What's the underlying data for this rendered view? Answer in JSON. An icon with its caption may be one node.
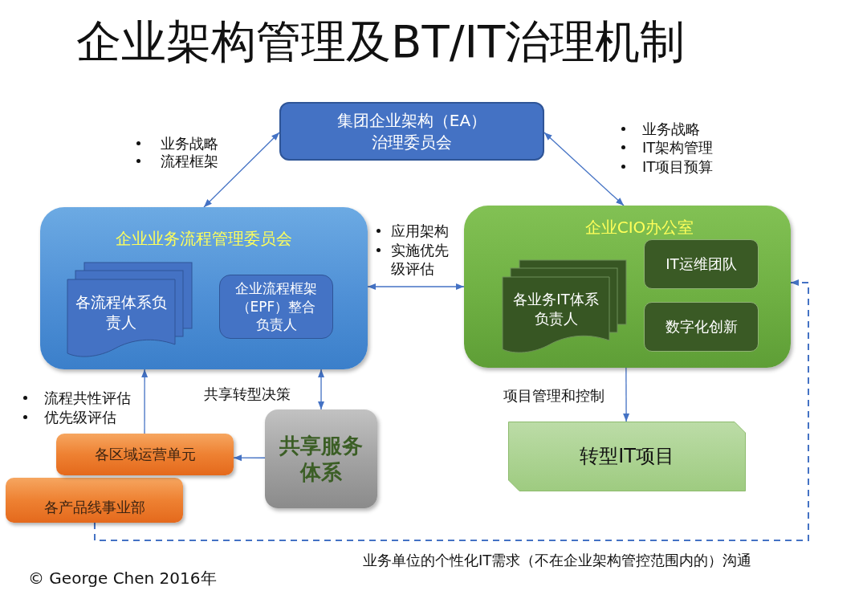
{
  "diagram": {
    "title": "企业架构管理及BT/IT治理机制",
    "nodes": [
      {
        "text": [
          "集团企业架构（EA）治理委员会"
        ]
      },
      {
        "text": [
          "企业业务流程管理委员会"
        ]
      },
      {
        "text": [
          "各流程体系负责人"
        ],
        "in": 1
      },
      {
        "text": [
          "企业流程框架（EPF）整合负责人"
        ],
        "in": 1
      },
      {
        "text": [
          "企业CIO办公室"
        ]
      },
      {
        "text": [
          "各业务IT体系负责人"
        ],
        "in": 4
      },
      {
        "text": [
          "IT运维团队"
        ],
        "in": 4
      },
      {
        "text": [
          "数字化创新"
        ],
        "in": 4
      },
      {
        "text": [
          "各区域运营单元"
        ]
      },
      {
        "text": [
          "各产品线事业部"
        ]
      },
      {
        "text": [
          "共享服务体系"
        ]
      },
      {
        "text": [
          "转型IT项目"
        ]
      }
    ],
    "edges": [
      {
        "from": 1,
        "to": 0,
        "arrow": "both"
      },
      {
        "from": 0,
        "to": 4,
        "arrow": "both"
      },
      {
        "from": 1,
        "to": 4,
        "arrow": "both"
      },
      {
        "from": 8,
        "to": 1,
        "arrow": "to"
      },
      {
        "from": 1,
        "to": 10,
        "arrow": "both",
        "label": "共享转型决策"
      },
      {
        "from": 10,
        "to": 8,
        "arrow": "to"
      },
      {
        "from": 4,
        "to": 11,
        "arrow": "to",
        "label": "项目管理和控制"
      },
      {
        "from": 9,
        "to": 4,
        "arrow": "to",
        "style": "dashed",
        "label": "业务单位的个性化IT需求（不在企业架构管控范围内的）沟通"
      }
    ],
    "labels": [
      "业务战略",
      "流程框架",
      "业务战略",
      "IT架构管理",
      "IT项目预算",
      "应用架构",
      "实施优先级评估",
      "流程共性评估",
      "优先级评估",
      "© George Chen 2016年"
    ]
  }
}
